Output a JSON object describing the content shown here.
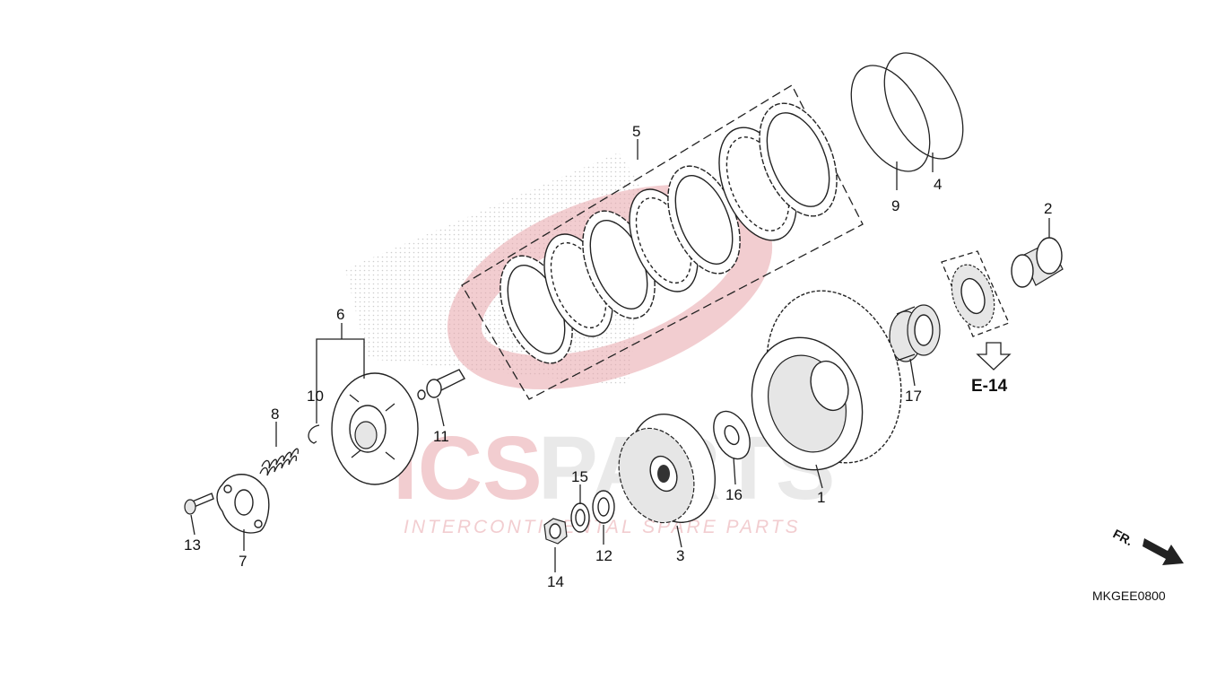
{
  "diagram_code": "MKGEE0800",
  "reference_label": "E-14",
  "front_label": "FR.",
  "watermark": {
    "brand_primary": "ICS",
    "brand_secondary": "PARTS",
    "tagline": "INTERCONTINENTAL SPARE PARTS",
    "primary_color": "#e8a6ab",
    "secondary_color": "#d8d8d8"
  },
  "callouts": [
    "1",
    "2",
    "3",
    "4",
    "5",
    "6",
    "7",
    "8",
    "9",
    "10",
    "11",
    "12",
    "13",
    "14",
    "15",
    "16",
    "17"
  ]
}
